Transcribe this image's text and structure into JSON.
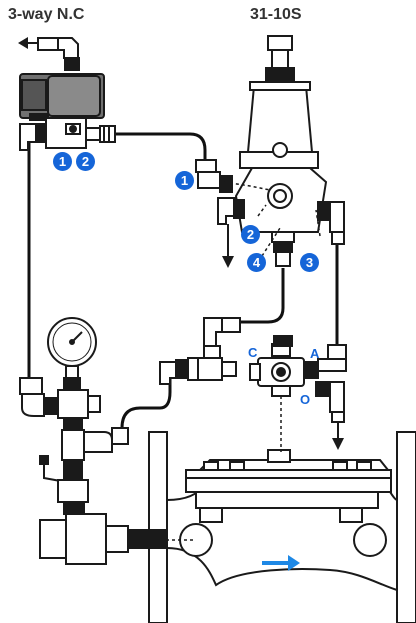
{
  "labels": {
    "solenoid": "3-way N.C",
    "regulator": "31-10S"
  },
  "ports": {
    "c": "C",
    "a": "A",
    "o": "O"
  },
  "badges": [
    "1",
    "2",
    "1",
    "2",
    "4",
    "3"
  ],
  "colors": {
    "badge": "#1565d8",
    "port_label": "#1565d8",
    "flow_arrow": "#1e88e5",
    "line": "#1a1a1a",
    "tube": "#111111",
    "fitting_dark": "#1a1a1a"
  }
}
